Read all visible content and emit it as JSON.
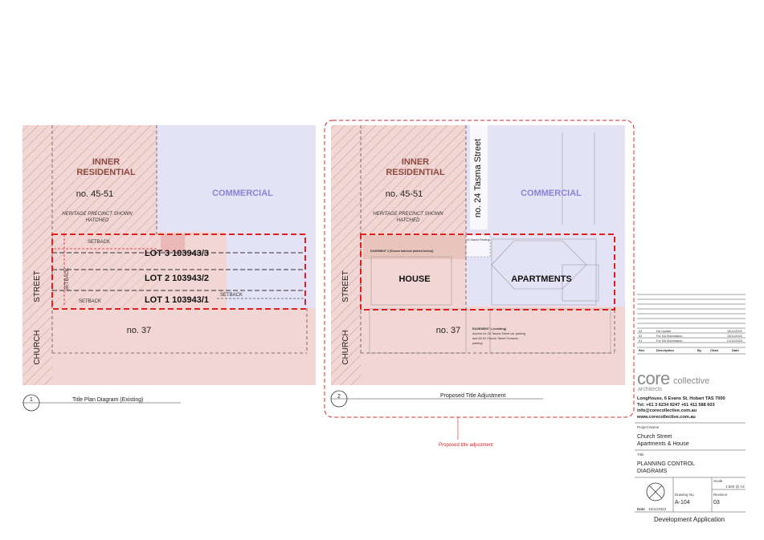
{
  "colors": {
    "residential": "#f2d6d4",
    "hatch": "#b78a88",
    "commercial": "#e4e3f6",
    "commercial_text": "#8a83d6",
    "residential_text": "#8c4a3e",
    "lot_outline": "#e02020",
    "cloud": "#e02020"
  },
  "diagram1": {
    "zone_inner": "INNER",
    "zone_residential": "RESIDENTIAL",
    "lot_45": "no. 45-51",
    "heritage_1": "HERITAGE PRECINCT SHOWN",
    "heritage_2": "HATCHED",
    "commercial": "COMMERCIAL",
    "lot3": "LOT 3 103943/3",
    "lot2": "LOT 2 103943/2",
    "lot1": "LOT 1 103943/1",
    "setback": "SETBACK",
    "street": "STREET",
    "church": "CHURCH",
    "lot_37": "no. 37",
    "label_number": "1",
    "label_text": "Title Plan Diagram (Existing)"
  },
  "diagram2": {
    "zone_inner": "INNER",
    "zone_residential": "RESIDENTIAL",
    "lot_45": "no. 45-51",
    "heritage_1": "HERITAGE PRECINCT SHOWN",
    "heritage_2": "HATCHED",
    "commercial": "COMMERCIAL",
    "tasma": "no. 24 Tasma Street",
    "house": "HOUSE",
    "apartments": "APARTMENTS",
    "easement_2": "EASEMENT 2 (Shown hatched (dotted below))",
    "tasma_parking": "24 Tasma Parking",
    "easement_1a": "EASEMENT 1 (existing)",
    "easement_1b": "Access for 24 Tasma Street car parking",
    "easement_1c": "and 45-51 Church Street Terraces",
    "easement_1d": "parking",
    "street": "STREET",
    "church": "CHURCH",
    "lot_37": "no. 37",
    "label_number": "2",
    "label_text": "Proposed Title Adjustment",
    "cloud_note": "Proposed title adjustment"
  },
  "title_block": {
    "revisions": [
      {
        "rev": "03",
        "desc": "DA Update",
        "date": "15/11/2023"
      },
      {
        "rev": "02",
        "desc": "For DA Submission",
        "date": "13/11/2023"
      },
      {
        "rev": "01",
        "desc": "For DA Submission",
        "date": "21/12/2023"
      }
    ],
    "rev_header": "Rev",
    "desc_header": "Description",
    "by_header": "By",
    "chkd_header": "Chkd",
    "date_header": "Date",
    "logo_main": "core",
    "logo_collective": "collective",
    "logo_sub": "architects",
    "address": "LongHouse, 6 Evans St, Hobart TAS 7000",
    "tel": "Tel: +61 3 6234 9247 +61 411 588 603",
    "email": "info@corecollective.com.au",
    "web": "www.corecollective.com.au",
    "project_label": "Project Name",
    "project_1": "Church Street",
    "project_2": "Apartments & House",
    "title_label": "Title",
    "title_1": "PLANNING CONTROL",
    "title_2": "DIAGRAMS",
    "scale_label": "Scale",
    "scale_value": "1:500 @ A3",
    "drawing_no_label": "Drawing No.",
    "drawing_no": "A-104",
    "revision_label": "Revision",
    "revision": "03",
    "date_label": "Date",
    "date": "15/11/2023",
    "footer": "Development Application"
  }
}
